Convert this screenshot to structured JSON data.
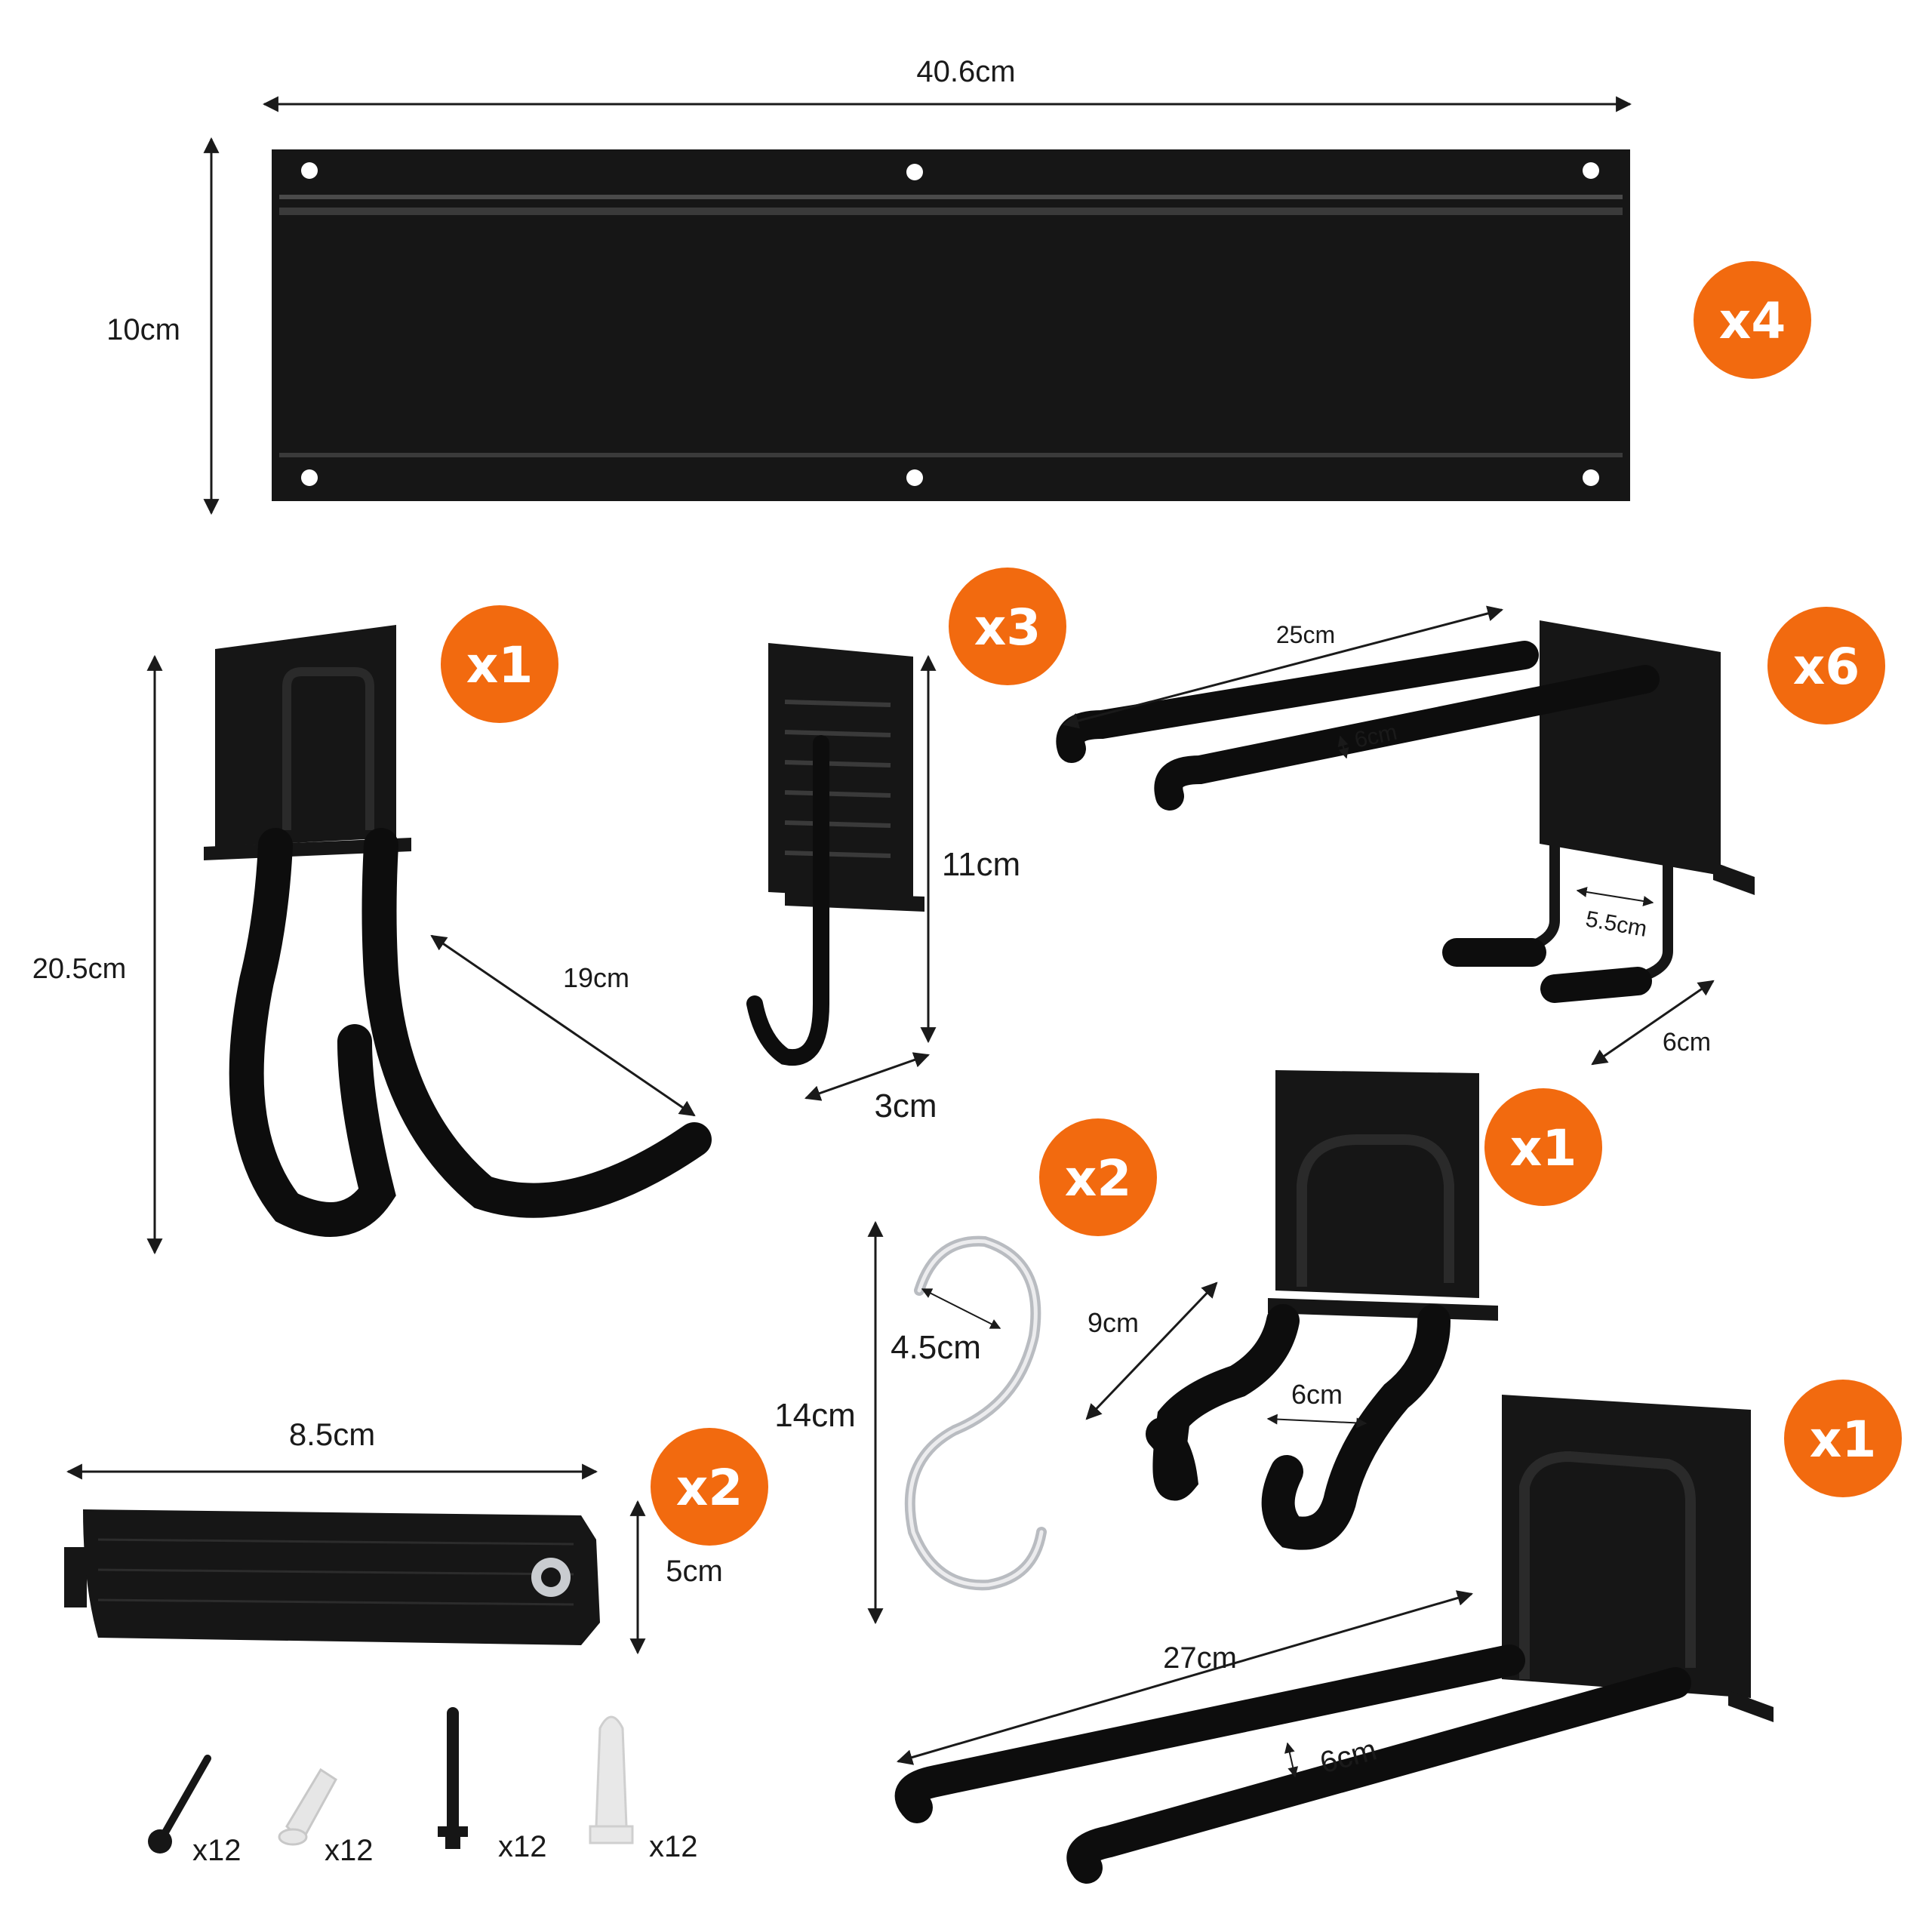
{
  "colors": {
    "badge": "#f26a0f",
    "metal": "#161616",
    "foam": "#0d0d0d",
    "chrome": "#c9ccd0",
    "anchor": "#e6e6e6",
    "text": "#1a1a1a"
  },
  "rail": {
    "width_label": "40.6cm",
    "height_label": "10cm",
    "qty": "x4"
  },
  "j_hook": {
    "height_label": "20.5cm",
    "span_label": "19cm",
    "qty": "x1"
  },
  "utility_hook": {
    "height_label": "11cm",
    "depth_label": "3cm",
    "qty": "x3"
  },
  "double_hook": {
    "length_label": "25cm",
    "gap_label": "6cm",
    "inner_label": "5.5cm",
    "depth_label": "6cm",
    "qty": "x6"
  },
  "s_hook": {
    "height_label": "14cm",
    "gap_label": "4.5cm",
    "qty": "x2"
  },
  "u_hook": {
    "depth_label": "9cm",
    "gap_label": "6cm",
    "qty": "x1"
  },
  "long_hook": {
    "length_label": "27cm",
    "gap_label": "6cm",
    "qty": "x1"
  },
  "strap": {
    "width_label": "8.5cm",
    "height_label": "5cm",
    "qty": "x2"
  },
  "hardware": [
    {
      "name": "screw",
      "qty": "x12"
    },
    {
      "name": "anchor",
      "qty": "x12"
    },
    {
      "name": "wood-screw",
      "qty": "x12"
    },
    {
      "name": "wall-plug",
      "qty": "x12"
    }
  ]
}
